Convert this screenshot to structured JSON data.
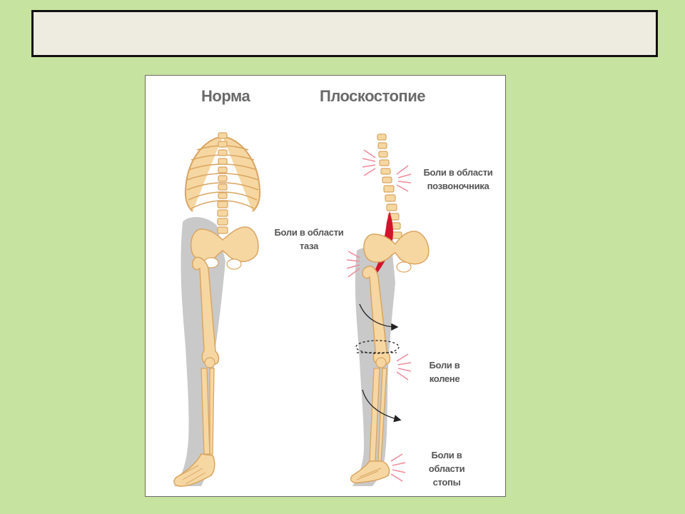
{
  "slide": {
    "title_text": ""
  },
  "figure": {
    "heading_left": "Норма",
    "heading_right": "Плоскостопие",
    "labels": {
      "spine": "Боли в области позвоночника",
      "pelvis": "Боли в области таза",
      "knee": "Боли в колене",
      "foot": "Боли в области стопы"
    }
  },
  "colors": {
    "background": "#c6e3a0",
    "title_box": "#eeebe1",
    "bone": "#f6d7a2",
    "bone_outline": "#d9a561",
    "limb_silhouette": "#c8c8c8",
    "muscle": "#d3132b",
    "pain_rays": "#f08a9a"
  }
}
